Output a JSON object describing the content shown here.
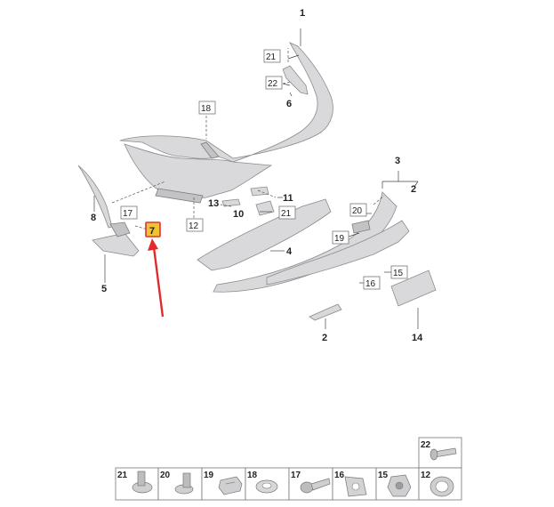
{
  "callouts": {
    "c1": "1",
    "c21a": "21",
    "c22a": "22",
    "c6": "6",
    "c18": "18",
    "c8": "8",
    "c17": "17",
    "c7": "7",
    "c5": "5",
    "c13": "13",
    "c11": "11",
    "c10": "10",
    "c21b": "21",
    "c12": "12",
    "c4": "4",
    "c3": "3",
    "c2a": "2",
    "c20": "20",
    "c19": "19",
    "c15": "15",
    "c16": "16",
    "c2b": "2",
    "c14": "14"
  },
  "fasteners": [
    "21",
    "20",
    "19",
    "18",
    "17",
    "16",
    "15",
    "12"
  ],
  "fastener_top": "22",
  "colors": {
    "highlight_fill": "#f2c230",
    "highlight_stroke": "#d9343a",
    "arrow": "#e32a2a"
  }
}
